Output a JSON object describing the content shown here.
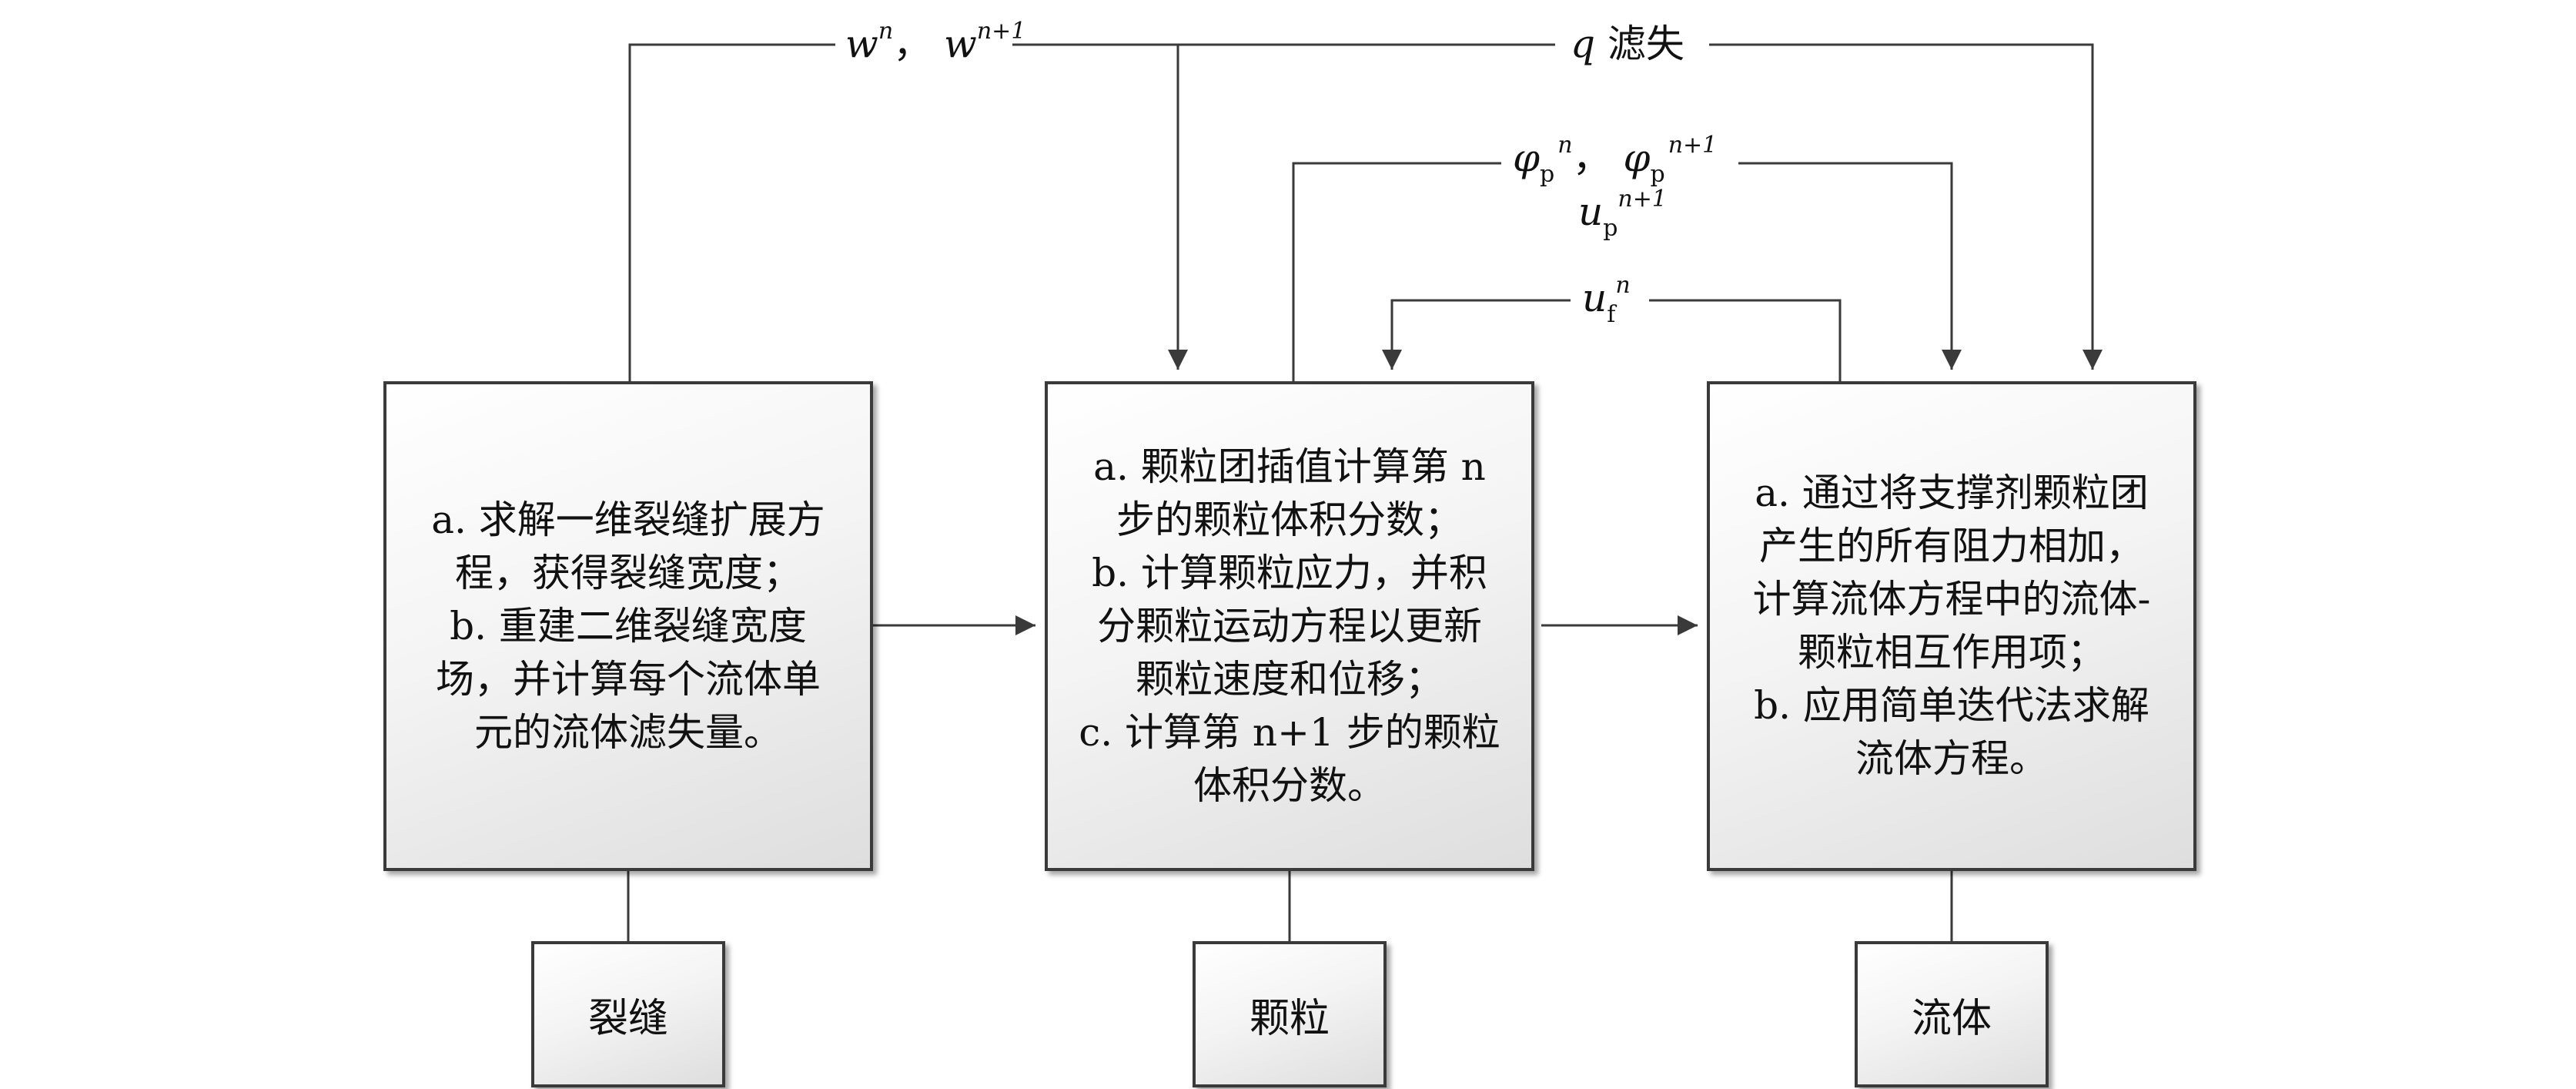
{
  "colors": {
    "line": "#3a3a3a",
    "box_border": "#3a3a3a"
  },
  "blocks": {
    "crack": {
      "lines": [
        "a. 求解一维裂缝扩展方",
        "程，获得裂缝宽度；",
        "b. 重建二维裂缝宽度",
        "场，并计算每个流体单",
        "元的流体滤失量。"
      ],
      "label": "裂缝"
    },
    "particle": {
      "lines": [
        "a. 颗粒团插值计算第 n",
        "步的颗粒体积分数；",
        "b. 计算颗粒应力，并积",
        "分颗粒运动方程以更新",
        "颗粒速度和位移；",
        "c. 计算第 n+1 步的颗粒",
        "体积分数。"
      ],
      "label": "颗粒"
    },
    "fluid": {
      "lines": [
        "a. 通过将支撑剂颗粒团",
        "产生的所有阻力相加，",
        "计算流体方程中的流体-",
        "颗粒相互作用项；",
        "b. 应用简单迭代法求解",
        "流体方程。"
      ],
      "label": "流体"
    }
  },
  "labels": {
    "w": {
      "sym": "w",
      "sup1": "n",
      "sep": "，",
      "sup2": "n+1"
    },
    "q": {
      "sym": "q",
      "text": " 滤失"
    },
    "phi": {
      "sym": "φ",
      "sub": "p",
      "sup1": "n",
      "sep": "，",
      "sup2": "n+1"
    },
    "up": {
      "sym": "u",
      "sub": "p",
      "sup": "n+1"
    },
    "uf": {
      "sym": "u",
      "sub": "f",
      "sup": "n"
    }
  }
}
